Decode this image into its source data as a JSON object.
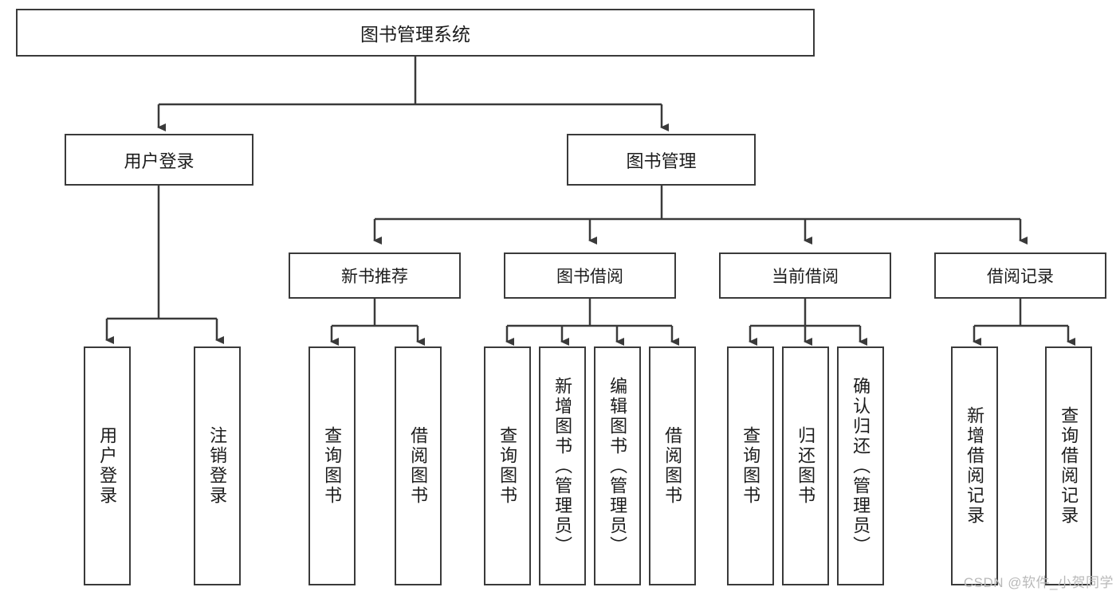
{
  "diagram": {
    "title": "图书管理系统",
    "type": "tree-hierarchy-diagram",
    "root": {
      "label": "图书管理系统"
    },
    "level2": [
      {
        "label": "用户登录"
      },
      {
        "label": "图书管理"
      }
    ],
    "level3": [
      {
        "label": "新书推荐"
      },
      {
        "label": "图书借阅"
      },
      {
        "label": "当前借阅"
      },
      {
        "label": "借阅记录"
      }
    ],
    "leaves": {
      "user_login": [
        {
          "label": "用户登录"
        },
        {
          "label": "注销登录"
        }
      ],
      "new_book_recommend": [
        {
          "label": "查询图书"
        },
        {
          "label": "借阅图书"
        }
      ],
      "book_borrow": [
        {
          "label": "查询图书"
        },
        {
          "label": "新增图书（管理员）"
        },
        {
          "label": "编辑图书（管理员）"
        },
        {
          "label": "借阅图书"
        }
      ],
      "current_borrow": [
        {
          "label": "查询图书"
        },
        {
          "label": "归还图书"
        },
        {
          "label": "确认归还（管理员）"
        }
      ],
      "borrow_record": [
        {
          "label": "新增借阅记录"
        },
        {
          "label": "查询借阅记录"
        }
      ]
    }
  },
  "watermark": {
    "text": "CSDN @软件_小贺同学"
  },
  "colors": {
    "border": "#3a3a3a",
    "text": "#1c1c1c",
    "background": "#ffffff",
    "watermark": "#b9b9b9"
  }
}
